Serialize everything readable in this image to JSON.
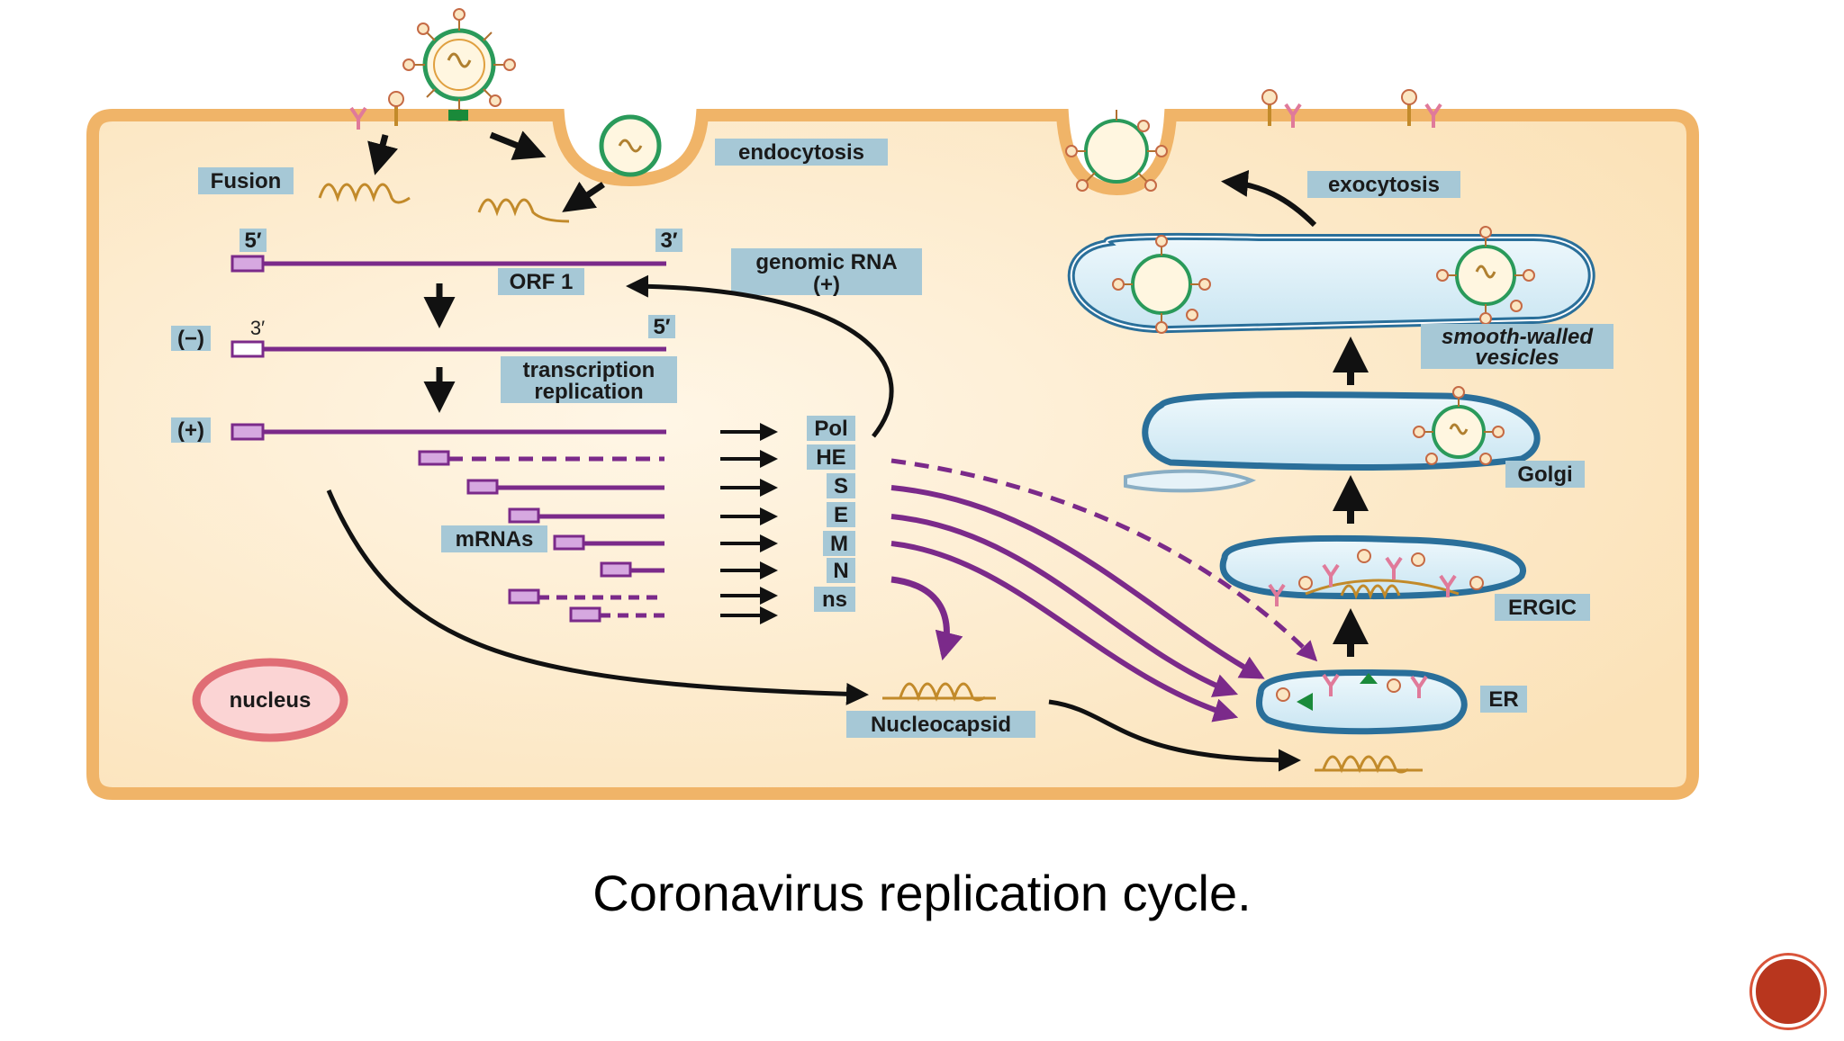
{
  "diagram": {
    "labels": {
      "fusion": "Fusion",
      "endocytosis": "endocytosis",
      "exocytosis": "exocytosis",
      "genomic_rna_line1": "genomic RNA",
      "genomic_rna_line2": "(+)",
      "orf1": "ORF 1",
      "end_5_top": "5′",
      "end_3_top": "3′",
      "end_3_minus": "3′",
      "end_5_minus": "5′",
      "minus_strand": "(−)",
      "plus_strand": "(+)",
      "transcription_line1": "transcription",
      "transcription_line2": "replication",
      "mrnas": "mRNAs",
      "nucleus": "nucleus",
      "nucleocapsid": "Nucleocapsid",
      "smooth_walled_line1": "smooth-walled",
      "smooth_walled_line2": "vesicles",
      "golgi": "Golgi",
      "ergic": "ERGIC",
      "er": "ER"
    },
    "proteins": [
      "Pol",
      "HE",
      "S",
      "E",
      "M",
      "N",
      "ns"
    ]
  },
  "caption": "Coronavirus replication cycle.",
  "colors": {
    "cytoplasm": "#fbe6c2",
    "membrane": "#f0b468",
    "rna_purple": "#7b2a8a",
    "label_bg": "#a6c8d6",
    "nucleus_ring": "#e06d75",
    "vesicle_fill": "#d7edf6",
    "vesicle_edge": "#2a6f9a",
    "accent_button": "#b8361e"
  }
}
